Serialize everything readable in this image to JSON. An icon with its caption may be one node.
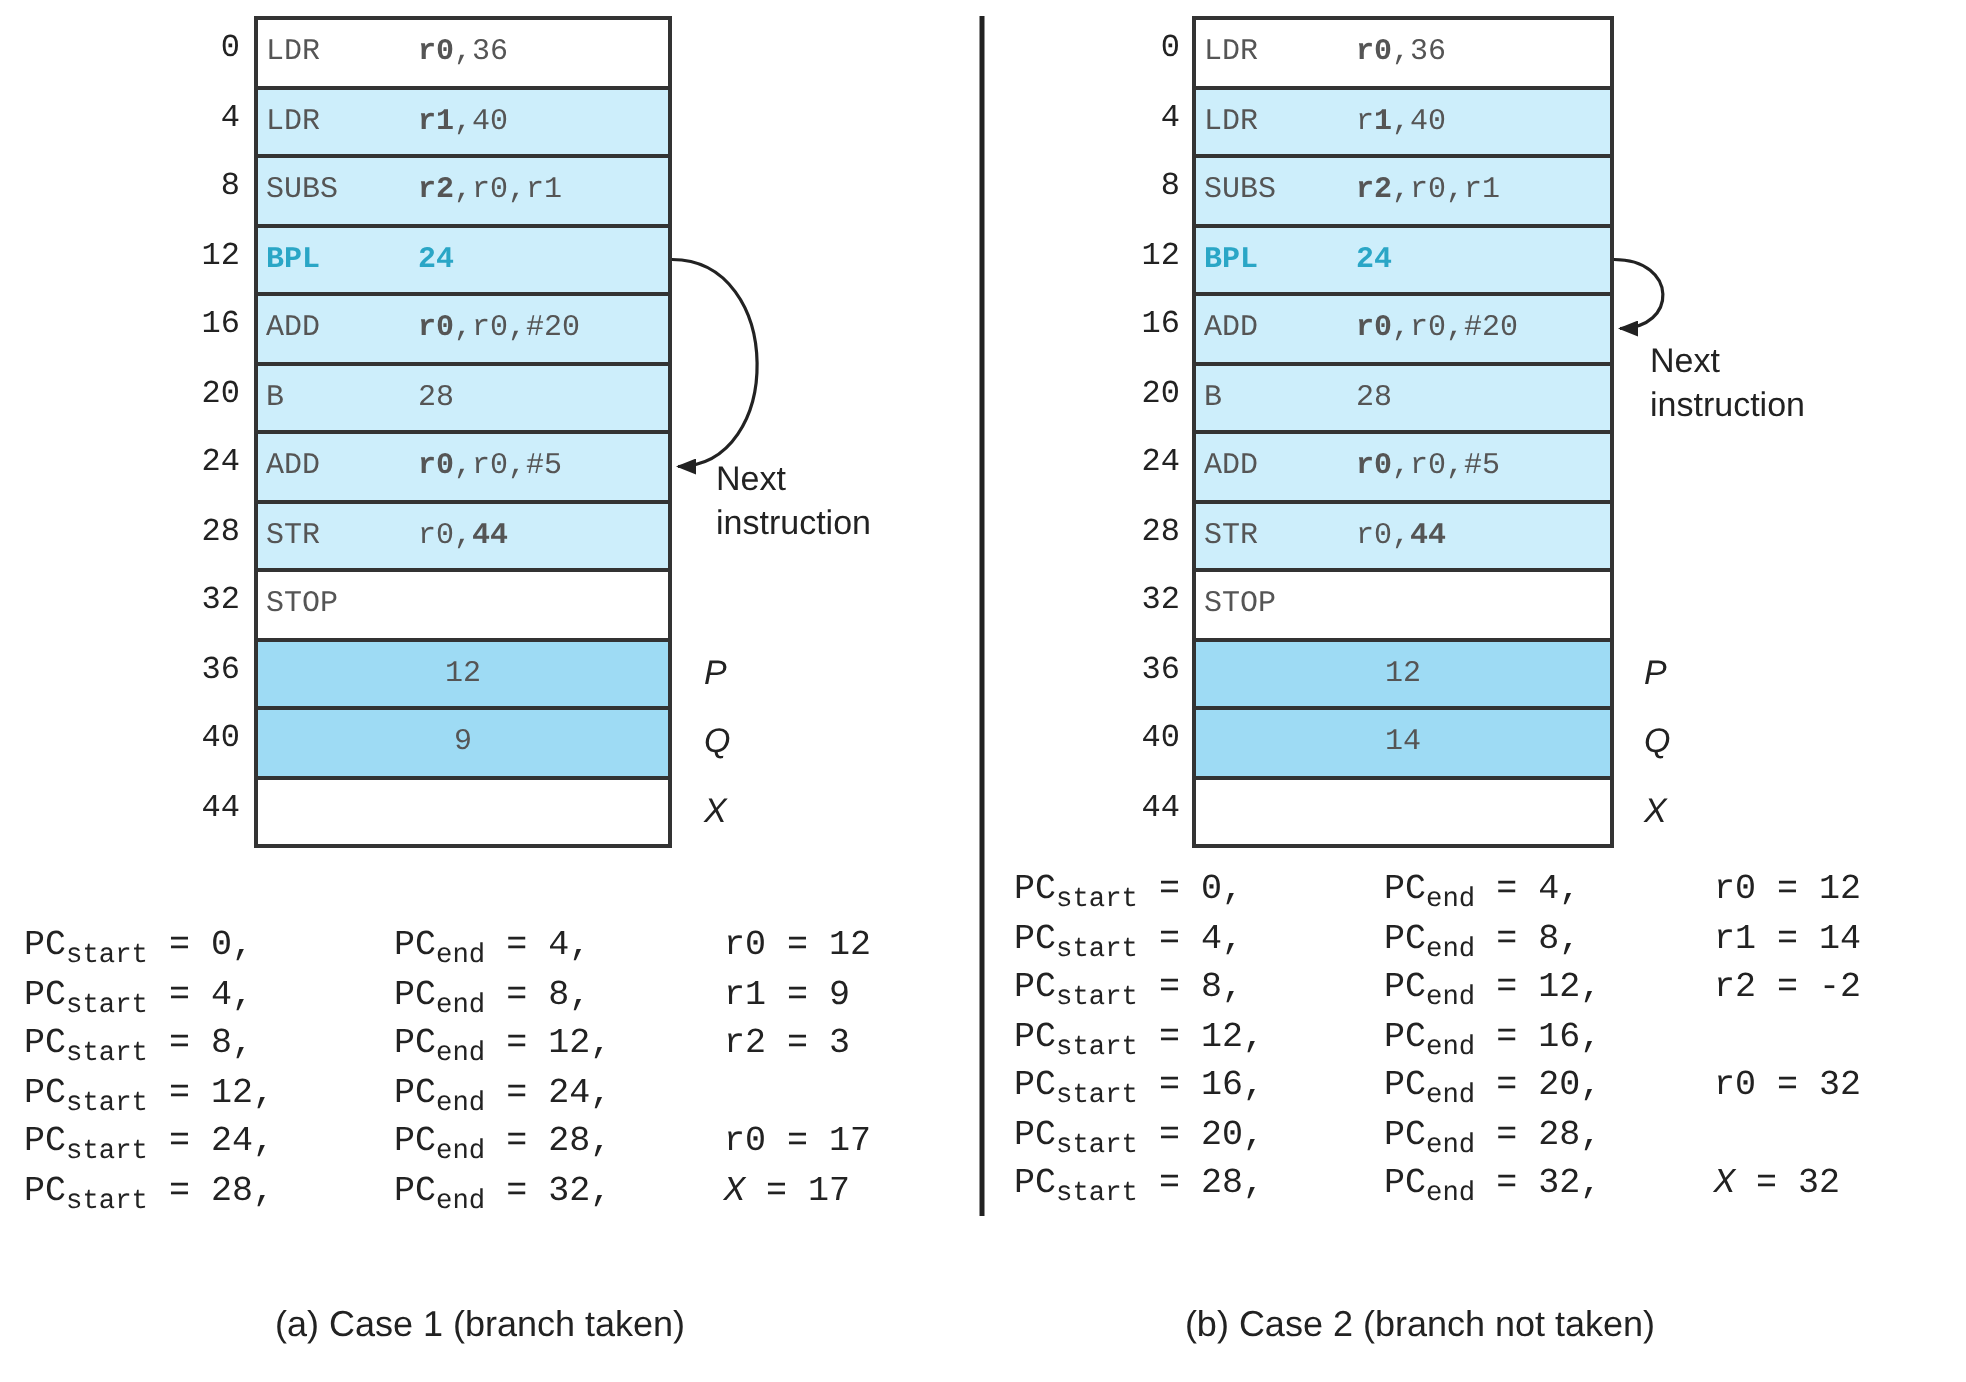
{
  "diagram": {
    "nodes": [
      {
        "text": [
          "LDR",
          "**r0**,36"
        ],
        "beside": [
          "0"
        ]
      },
      {
        "text": [
          "LDR",
          "**r1**,40"
        ],
        "beside": [
          "4"
        ]
      },
      {
        "text": [
          "SUBS",
          "**r2**,r0,r1"
        ],
        "beside": [
          "8"
        ]
      },
      {
        "text": [
          "BPL",
          "24"
        ],
        "beside": [
          "12"
        ]
      },
      {
        "text": [
          "ADD",
          "**r0**,r0,#20"
        ],
        "beside": [
          "16"
        ]
      },
      {
        "text": [
          "B",
          "28"
        ],
        "beside": [
          "20"
        ]
      },
      {
        "text": [
          "ADD",
          "**r0**,r0,#5"
        ],
        "beside": [
          "24"
        ]
      },
      {
        "text": [
          "STR",
          "r0,**44**"
        ],
        "beside": [
          "28"
        ]
      },
      {
        "text": [
          "STOP"
        ],
        "beside": [
          "32"
        ]
      },
      {
        "text": [
          "12"
        ],
        "beside": [
          "36",
          "P"
        ]
      },
      {
        "text": [
          "9"
        ],
        "beside": [
          "40",
          "Q"
        ]
      },
      {
        "text": [],
        "shape": "box",
        "beside": [
          "44",
          "X"
        ]
      },
      {
        "text": [
          "LDR",
          "**r0**,36"
        ],
        "beside": [
          "0"
        ]
      },
      {
        "text": [
          "LDR",
          "r**1**,40"
        ],
        "beside": [
          "4"
        ]
      },
      {
        "text": [
          "SUBS",
          "**r2**,r0,r1"
        ],
        "beside": [
          "8"
        ]
      },
      {
        "text": [
          "BPL",
          "24"
        ],
        "beside": [
          "12"
        ]
      },
      {
        "text": [
          "ADD",
          "**r0**,r0,#20"
        ],
        "beside": [
          "16"
        ]
      },
      {
        "text": [
          "B",
          "28"
        ],
        "beside": [
          "20"
        ]
      },
      {
        "text": [
          "ADD",
          "**r0**,r0,#5"
        ],
        "beside": [
          "24"
        ]
      },
      {
        "text": [
          "STR",
          "r0,**44**"
        ],
        "beside": [
          "28"
        ]
      },
      {
        "text": [
          "STOP"
        ],
        "beside": [
          "32"
        ]
      },
      {
        "text": [
          "12"
        ],
        "beside": [
          "36",
          "P"
        ]
      },
      {
        "text": [
          "14"
        ],
        "beside": [
          "40",
          "Q"
        ]
      },
      {
        "text": [],
        "shape": "box",
        "beside": [
          "44",
          "X"
        ]
      }
    ],
    "edges": [
      {
        "from": 3,
        "to": 6,
        "arrow": "to",
        "label": "Next instruction"
      },
      {
        "from": 15,
        "to": 16,
        "arrow": "to",
        "label": "Next instruction"
      }
    ],
    "labels": [
      "PC$_{start}$ = 0,",
      "PC$_{end}$ = 4,",
      "r0 = 12",
      "PC$_{start}$ = 4,",
      "PC$_{end}$ = 8,",
      "r1 = 9",
      "PC$_{start}$ = 8,",
      "PC$_{end}$ = 12,",
      "r2 = 3",
      "PC$_{start}$ = 12,",
      "PC$_{end}$ = 24,",
      "PC$_{start}$ = 24,",
      "PC$_{end}$ = 28,",
      "r0 = 17",
      "PC$_{start}$ = 28,",
      "PC$_{end}$ = 32,",
      "*X* = 17",
      "PC$_{start}$ = 0,",
      "PC$_{end}$ = 4,",
      "r0 = 12",
      "PC$_{start}$ = 4,",
      "PC$_{end}$ = 8,",
      "r1 = 14",
      "PC$_{start}$ = 8,",
      "PC$_{end}$ = 12,",
      "r2 = -2",
      "PC$_{start}$ = 12,",
      "PC$_{end}$ = 16,",
      "PC$_{start}$ = 16,",
      "PC$_{end}$ = 20,",
      "r0 = 32",
      "PC$_{start}$ = 20,",
      "PC$_{end}$ = 28,",
      "PC$_{start}$ = 28,",
      "PC$_{end}$ = 32,",
      "*X* = 32",
      "(a) Case 1 (branch taken)",
      "(b) Case 2 (branch not taken)"
    ]
  }
}
